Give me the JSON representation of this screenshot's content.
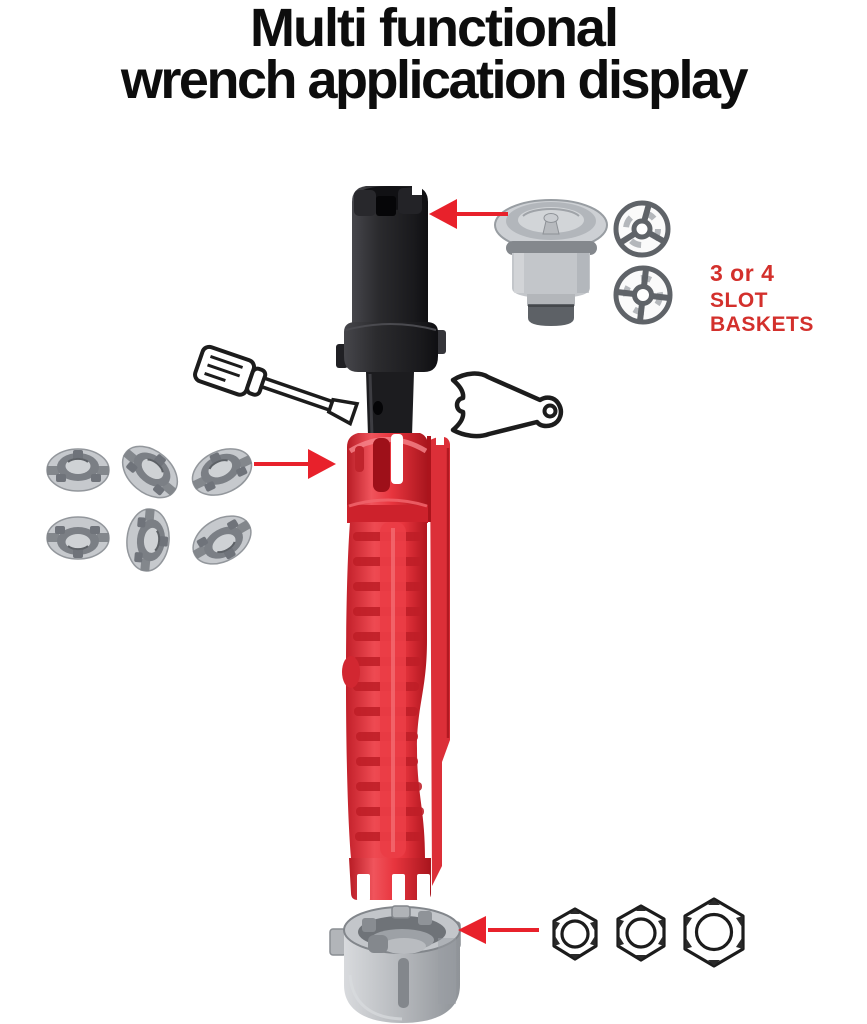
{
  "title": {
    "line1": "Multi functional",
    "line2": "wrench application display"
  },
  "labels": {
    "basket_line1": "3 or 4",
    "basket_line2": "SLOT BASKETS"
  },
  "colors": {
    "background": "#ffffff",
    "title_text": "#0d0d0d",
    "label_red": "#d3302c",
    "arrow_red": "#e8212b",
    "tool_red": "#e8353e",
    "adapter_black": "#2b2b2e",
    "part_gray": "#c5c8cc",
    "line_art_black": "#1c1c1c"
  },
  "icons": {
    "screwdriver": "screwdriver-icon",
    "open_end_wrench": "open-end-wrench-icon",
    "drain_basket": "sink-drain-basket-icon",
    "slot_basket_3": "three-slot-basket-icon",
    "slot_basket_4": "four-slot-basket-icon",
    "faucet_nuts": "faucet-mounting-nuts-icon",
    "hex_nuts": "hex-nuts-icon",
    "black_adapter": "drain-socket-adapter",
    "red_tool": "multi-functional-wrench",
    "gray_socket": "socket-head-attachment"
  }
}
